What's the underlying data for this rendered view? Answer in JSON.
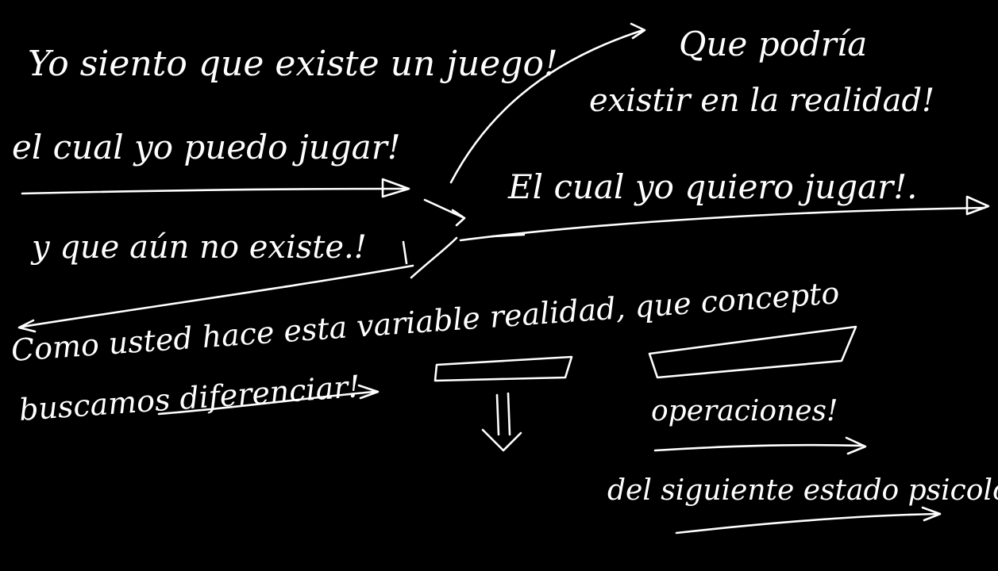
{
  "canvas": {
    "background": "#000000",
    "ink": "#ffffff"
  },
  "notes": {
    "line1": "Yo siento que existe un juego!",
    "line2": "Que podría",
    "line3": "existir en la realidad!",
    "line4": "el cual yo puedo jugar!",
    "line5": "El cual yo quiero jugar!.",
    "line6": "y que aún no existe.!",
    "line7": "Como usted hace esta variable realidad, que concepto",
    "line8": "buscamos diferenciar!",
    "line9": "operaciones!",
    "line10": "del siguiente estado psicologico!."
  },
  "shapes": {
    "arrow_icon": "hand-drawn-arrow-icon",
    "down_arrow_icon": "double-down-arrow-icon"
  }
}
